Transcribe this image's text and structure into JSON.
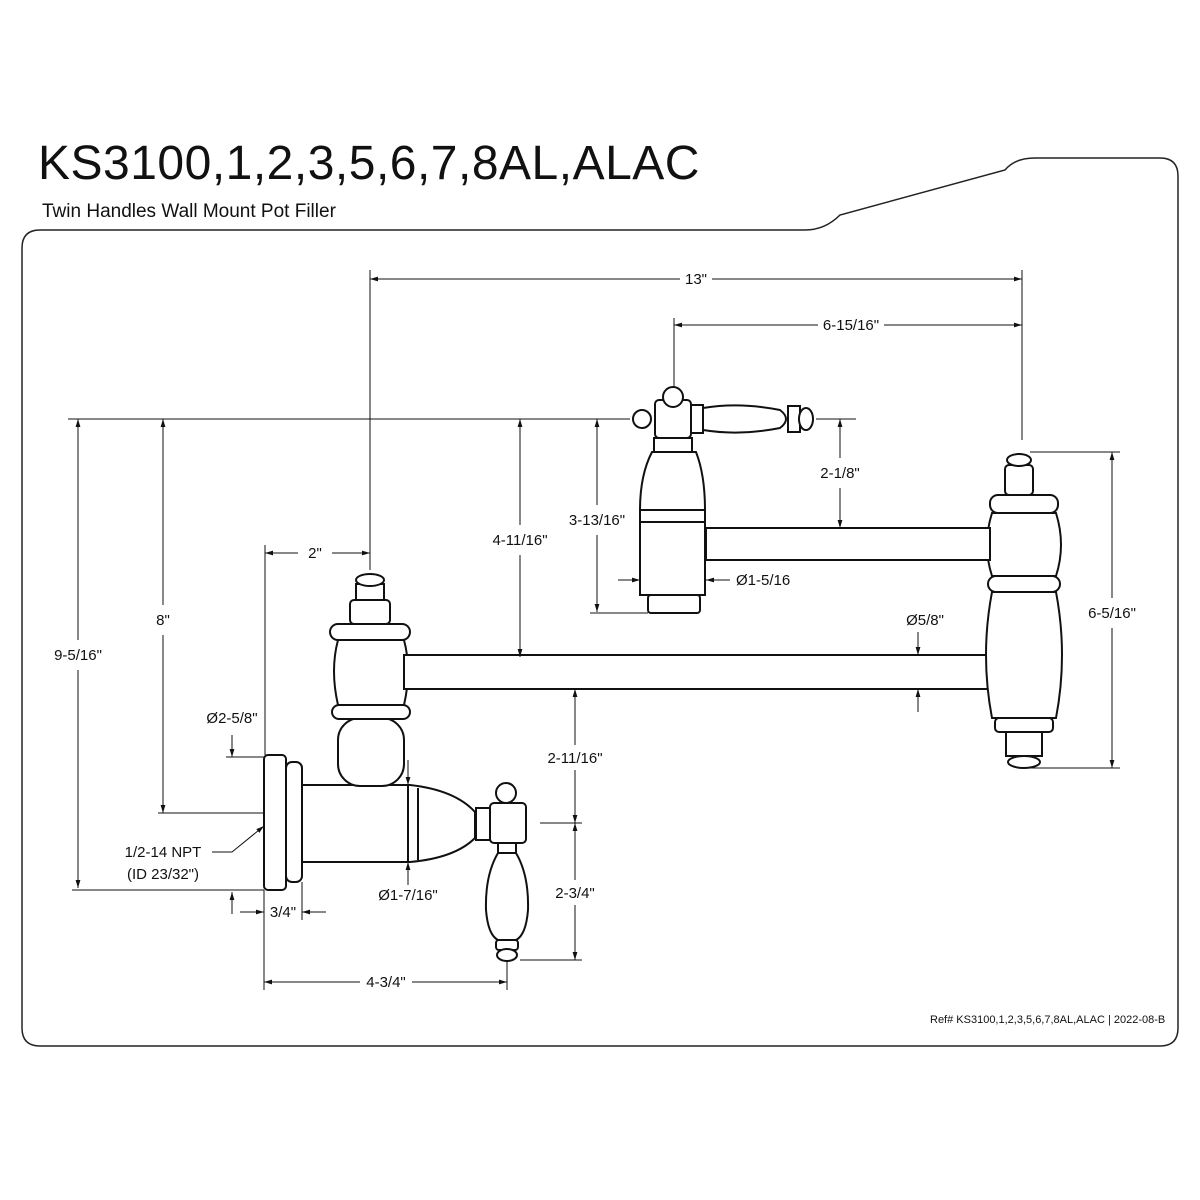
{
  "header": {
    "title": "KS3100,1,2,3,5,6,7,8AL,ALAC",
    "subtitle": "Twin Handles Wall Mount Pot Filler"
  },
  "footer": {
    "ref": "Ref# KS3100,1,2,3,5,6,7,8AL,ALAC | 2022-08-B"
  },
  "dimensions": {
    "overall_width": "13\"",
    "upper_arm_width": "6-15/16\"",
    "top_handle_offset": "2-1/8\"",
    "upper_body_height": "3-13/16\"",
    "lower_to_top_height": "4-11/16\"",
    "upper_body_diameter": "Ø1-5/16",
    "tube_diameter": "Ø5/8\"",
    "right_joint_height": "6-5/16\"",
    "wall_offset": "2\"",
    "body_height": "8\"",
    "total_height": "9-5/16\"",
    "flange_diameter": "Ø2-5/8\"",
    "lower_arm_height": "2-11/16\"",
    "thread_size": "1/2-14 NPT",
    "thread_id": "(ID 23/32\")",
    "body_diameter": "Ø1-7/16\"",
    "handle_height": "2-3/4\"",
    "flange_thickness": "3/4\"",
    "handle_reach": "4-3/4\""
  }
}
